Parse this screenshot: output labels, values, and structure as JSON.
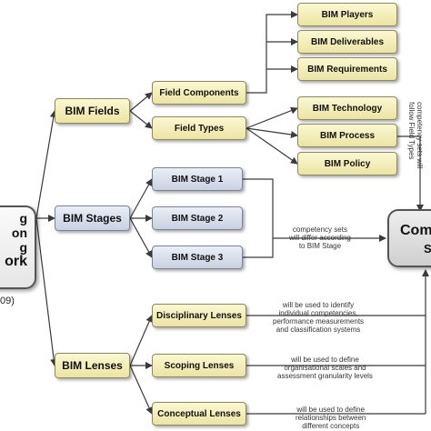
{
  "root": {
    "lines": [
      "g",
      "on",
      "g",
      "ork"
    ],
    "note": "09)"
  },
  "fields": {
    "label": "BIM Fields",
    "components": "Field Components",
    "types": "Field Types",
    "component_items": [
      "BIM Players",
      "BIM Deliverables",
      "BIM Requirements"
    ],
    "type_items": [
      "BIM Technology",
      "BIM Process",
      "BIM Policy"
    ],
    "note_lines": [
      "competency sets will",
      "follow Field Types"
    ]
  },
  "stages": {
    "label": "BIM Stages",
    "items": [
      "BIM Stage 1",
      "BIM Stage 2",
      "BIM Stage 3"
    ],
    "note_lines": [
      "competency sets",
      "will differ according",
      "to BIM Stage"
    ]
  },
  "lenses": {
    "label": "BIM Lenses",
    "items": [
      "Disciplinary Lenses",
      "Scoping Lenses",
      "Conceptual Lenses"
    ],
    "notes": [
      [
        "will be used to identify",
        "individual competencies,",
        "performance measurements",
        "and classification systems"
      ],
      [
        "will be used to define",
        "organisational scales and",
        "assessment granularity levels"
      ],
      [
        "will be used to define",
        "relationships between",
        "different concepts"
      ]
    ]
  },
  "competency": {
    "line1": "Com",
    "line2": "S"
  },
  "colors": {
    "yellow_fill": "#f3edb8",
    "blue_fill": "#d6dcea",
    "line": "#3a3a3a"
  }
}
